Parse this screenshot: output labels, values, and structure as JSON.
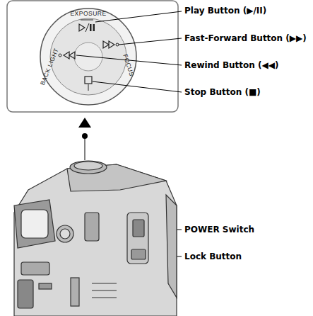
{
  "diagram": {
    "labels": [
      "Play Button (▶/II)",
      "Fast-Forward Button (▶▶)",
      "Rewind Button (◀◀)",
      "Stop Button (■)",
      "POWER Switch",
      "Lock Button",
      "EXPOSURE",
      "FOCUS",
      "BACK LIGHT"
    ]
  }
}
